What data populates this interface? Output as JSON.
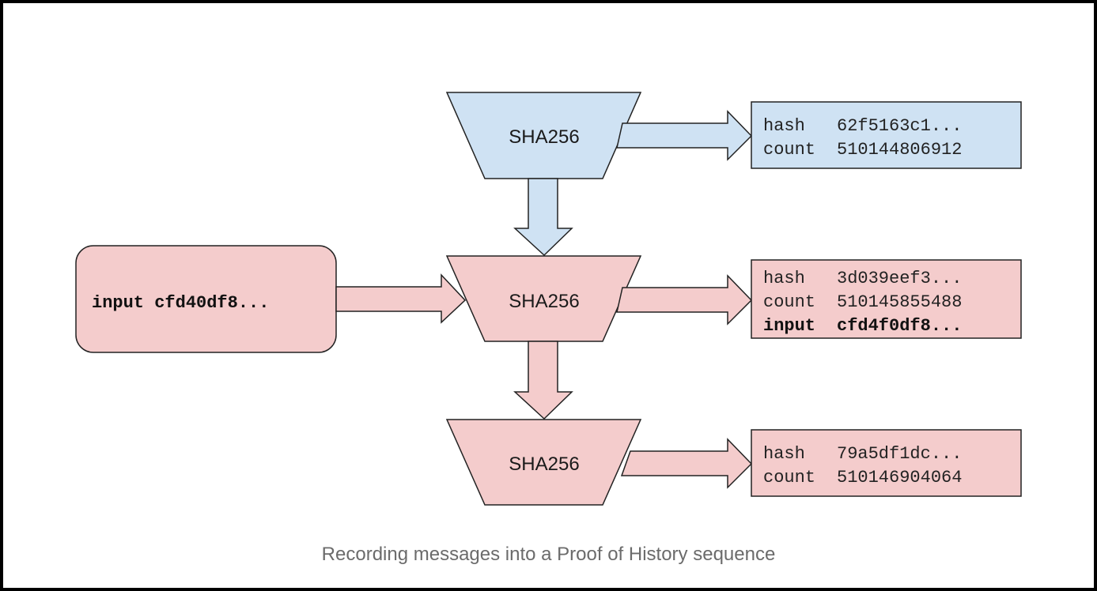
{
  "colors": {
    "blue_fill": "#cfe2f3",
    "pink_fill": "#f4cccc",
    "stroke": "#222222",
    "caption": "#6b6b6b"
  },
  "hash_units": [
    {
      "label": "SHA256",
      "fill": "blue"
    },
    {
      "label": "SHA256",
      "fill": "pink"
    },
    {
      "label": "SHA256",
      "fill": "pink"
    }
  ],
  "input_box": {
    "text": "input cfd40df8..."
  },
  "output_boxes": [
    {
      "fill": "blue",
      "lines": [
        {
          "key": "hash",
          "value": "62f5163c1...",
          "bold": false
        },
        {
          "key": "count",
          "value": "510144806912",
          "bold": false
        }
      ]
    },
    {
      "fill": "pink",
      "lines": [
        {
          "key": "hash",
          "value": "3d039eef3...",
          "bold": false
        },
        {
          "key": "count",
          "value": "510145855488",
          "bold": false
        },
        {
          "key": "input",
          "value": "cfd4f0df8...",
          "bold": true
        }
      ]
    },
    {
      "fill": "pink",
      "lines": [
        {
          "key": "hash",
          "value": "79a5df1dc...",
          "bold": false
        },
        {
          "key": "count",
          "value": "510146904064",
          "bold": false
        }
      ]
    }
  ],
  "caption": "Recording messages into a Proof of History sequence"
}
